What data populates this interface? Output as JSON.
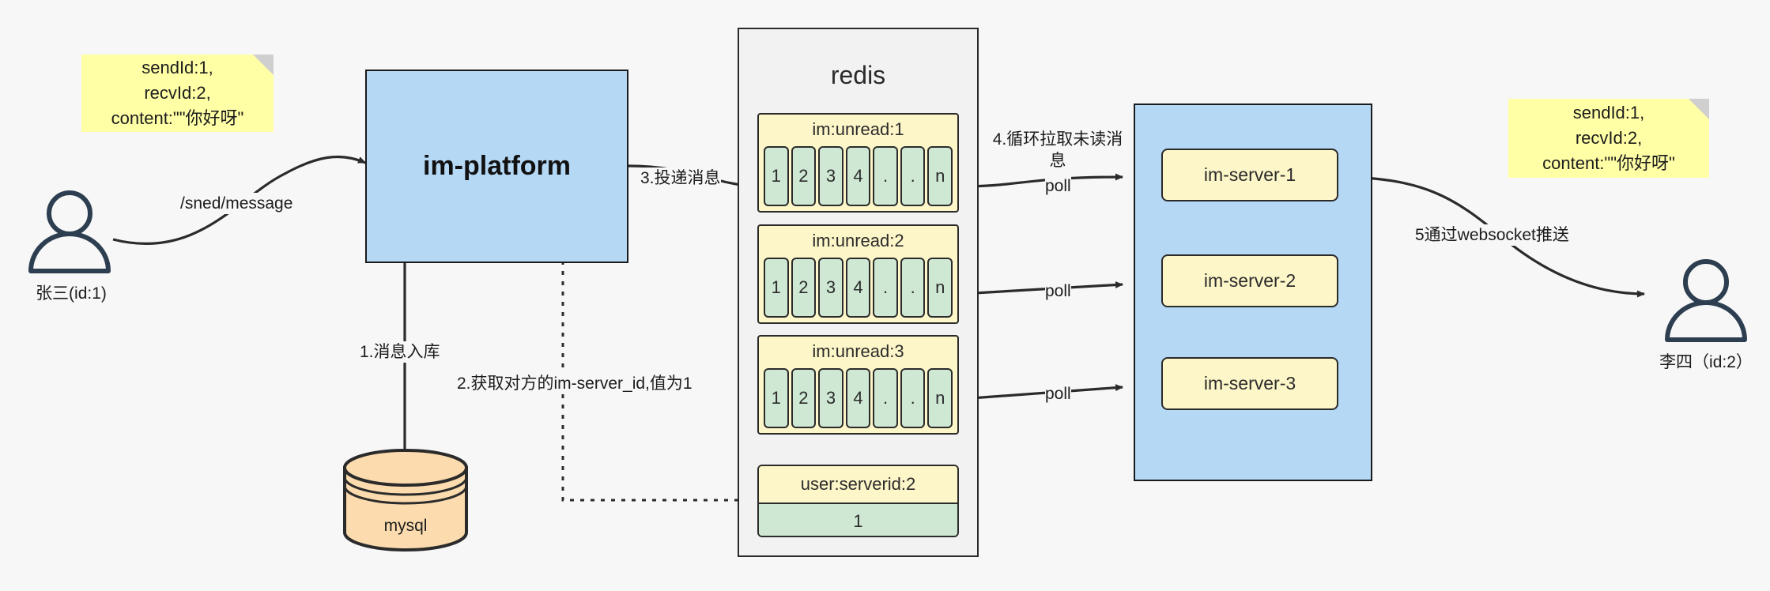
{
  "diagram": {
    "title": "IM message delivery architecture",
    "background": "#f7f7f7"
  },
  "colors": {
    "note_yellow": "#ffffa6",
    "box_blue": "#b5d8f5",
    "queue_yellow": "#fdf6c8",
    "cell_green": "#cfe8d4",
    "mysql_orange": "#fcdcae",
    "stroke": "#2b2b2b",
    "person_stroke": "#2c3e50"
  },
  "notes": {
    "left": {
      "lines": [
        "sendId:1,",
        "recvId:2,",
        "content:\"\"你好呀\""
      ]
    },
    "right": {
      "lines": [
        "sendId:1,",
        "recvId:2,",
        "content:\"\"你好呀\""
      ]
    }
  },
  "actors": {
    "sender": {
      "icon": "person-icon",
      "label": "张三(id:1)"
    },
    "receiver": {
      "icon": "person-icon",
      "label": "李四（id:2）"
    }
  },
  "platform": {
    "label": "im-platform"
  },
  "datastore": {
    "label": "mysql",
    "icon": "database-cylinder-icon"
  },
  "redis": {
    "title": "redis",
    "queues": [
      {
        "key": "im:unread:1",
        "cells": [
          "1",
          "2",
          "3",
          "4",
          ".",
          ".",
          "n"
        ]
      },
      {
        "key": "im:unread:2",
        "cells": [
          "1",
          "2",
          "3",
          "4",
          ".",
          ".",
          "n"
        ]
      },
      {
        "key": "im:unread:3",
        "cells": [
          "1",
          "2",
          "3",
          "4",
          ".",
          ".",
          "n"
        ]
      }
    ],
    "kv": {
      "key": "user:serverid:2",
      "value": "1"
    }
  },
  "server_cluster": {
    "servers": [
      {
        "label": "im-server-1"
      },
      {
        "label": "im-server-2"
      },
      {
        "label": "im-server-3"
      }
    ]
  },
  "edge_labels": {
    "send_message": "/sned/message",
    "step1": "1.消息入库",
    "step2": "2.获取对方的im-server_id,值为1",
    "step3": "3.投递消息",
    "step4": "4.循环拉取未读消\n息",
    "poll1": "poll",
    "poll2": "poll",
    "poll3": "poll",
    "step5": "5通过websocket推送"
  }
}
